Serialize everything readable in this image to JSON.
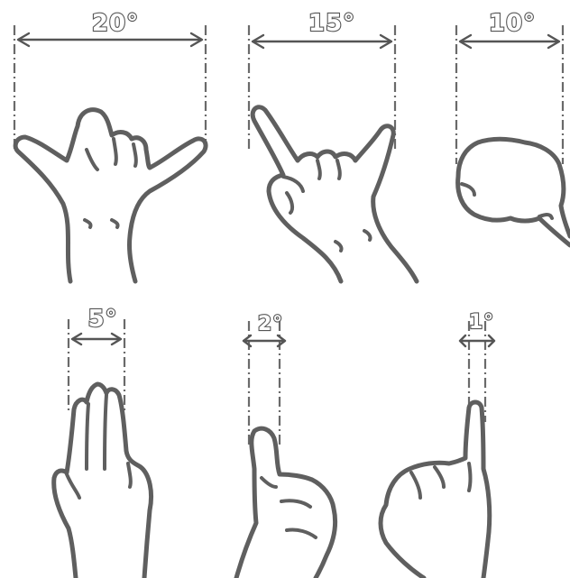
{
  "figure": {
    "panels": [
      {
        "gesture": "hang-loose",
        "label": "20°",
        "angle_deg": 20
      },
      {
        "gesture": "horns",
        "label": "15°",
        "angle_deg": 15
      },
      {
        "gesture": "fist",
        "label": "10°",
        "angle_deg": 10
      },
      {
        "gesture": "three-fingers",
        "label": "5°",
        "angle_deg": 5
      },
      {
        "gesture": "thumb-up",
        "label": "2°",
        "angle_deg": 2
      },
      {
        "gesture": "pinky",
        "label": "1°",
        "angle_deg": 1
      }
    ]
  },
  "colors": {
    "line": "#5f5f5f",
    "background": "#ffffff"
  }
}
